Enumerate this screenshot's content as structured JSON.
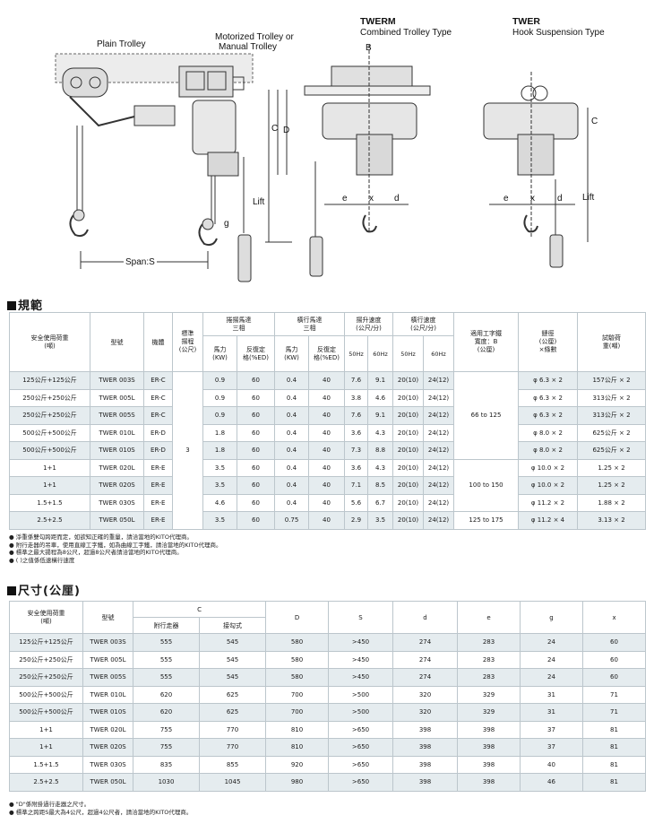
{
  "diagram": {
    "plain_trolley": "Plain Trolley",
    "motorized_trolley_line1": "Motorized Trolley or",
    "motorized_trolley_line2": "Manual Trolley",
    "twerm_title": "TWERM",
    "twerm_subtitle": "Combined Trolley Type",
    "twer_title": "TWER",
    "twer_subtitle": "Hook Suspension Type",
    "span": "Span:S",
    "lift": "Lift",
    "c": "C",
    "d": "D",
    "b": "B",
    "e": "e",
    "x": "x",
    "d_small": "d",
    "g": "g"
  },
  "spec": {
    "title": "規範",
    "headers": {
      "capacity": "安全使用荷重\n(噸)",
      "model": "型號",
      "body": "機體",
      "std_lift": "標準\n揚程\n(公尺)",
      "hoist_motor": "捲揚馬達\n三相",
      "trolley_motor": "橫行馬達\n三相",
      "hp": "馬力\n(KW)",
      "duty": "反復定\n格(%ED)",
      "lift_speed": "揚升速度\n(公尺/分)",
      "trav_speed": "橫行速度\n(公尺/分)",
      "hz50": "50Hz",
      "hz60": "60Hz",
      "beam": "適用工字鐵\n寬度：B\n(公厘)",
      "chain": "鏈徑\n(公厘)\n×條數",
      "test_load": "試驗荷\n重(噸)"
    },
    "std_lift_value": "3",
    "beam_groups": [
      "66 to 125",
      "100 to 150",
      "125 to 175"
    ],
    "rows": [
      {
        "cap": "125公斤+125公斤",
        "model": "TWER 003S",
        "body": "ER-C",
        "hp": "0.9",
        "ed": "60",
        "thp": "0.4",
        "ted": "40",
        "l50": "7.6",
        "l60": "9.1",
        "t50": "20(10)",
        "t60": "24(12)",
        "chain": "φ 6.3 × 2",
        "test": "157公斤 × 2"
      },
      {
        "cap": "250公斤+250公斤",
        "model": "TWER 005L",
        "body": "ER-C",
        "hp": "0.9",
        "ed": "60",
        "thp": "0.4",
        "ted": "40",
        "l50": "3.8",
        "l60": "4.6",
        "t50": "20(10)",
        "t60": "24(12)",
        "chain": "φ 6.3 × 2",
        "test": "313公斤 × 2"
      },
      {
        "cap": "250公斤+250公斤",
        "model": "TWER 005S",
        "body": "ER-C",
        "hp": "0.9",
        "ed": "60",
        "thp": "0.4",
        "ted": "40",
        "l50": "7.6",
        "l60": "9.1",
        "t50": "20(10)",
        "t60": "24(12)",
        "chain": "φ 6.3 × 2",
        "test": "313公斤 × 2"
      },
      {
        "cap": "500公斤+500公斤",
        "model": "TWER 010L",
        "body": "ER-D",
        "hp": "1.8",
        "ed": "60",
        "thp": "0.4",
        "ted": "40",
        "l50": "3.6",
        "l60": "4.3",
        "t50": "20(10)",
        "t60": "24(12)",
        "chain": "φ 8.0 × 2",
        "test": "625公斤 × 2"
      },
      {
        "cap": "500公斤+500公斤",
        "model": "TWER 010S",
        "body": "ER-D",
        "hp": "1.8",
        "ed": "60",
        "thp": "0.4",
        "ted": "40",
        "l50": "7.3",
        "l60": "8.8",
        "t50": "20(10)",
        "t60": "24(12)",
        "chain": "φ 8.0 × 2",
        "test": "625公斤 × 2"
      },
      {
        "cap": "1+1",
        "model": "TWER 020L",
        "body": "ER-E",
        "hp": "3.5",
        "ed": "60",
        "thp": "0.4",
        "ted": "40",
        "l50": "3.6",
        "l60": "4.3",
        "t50": "20(10)",
        "t60": "24(12)",
        "chain": "φ 10.0 × 2",
        "test": "1.25 × 2"
      },
      {
        "cap": "1+1",
        "model": "TWER 020S",
        "body": "ER-E",
        "hp": "3.5",
        "ed": "60",
        "thp": "0.4",
        "ted": "40",
        "l50": "7.1",
        "l60": "8.5",
        "t50": "20(10)",
        "t60": "24(12)",
        "chain": "φ 10.0 × 2",
        "test": "1.25 × 2"
      },
      {
        "cap": "1.5+1.5",
        "model": "TWER 030S",
        "body": "ER-E",
        "hp": "4.6",
        "ed": "60",
        "thp": "0.4",
        "ted": "40",
        "l50": "5.6",
        "l60": "6.7",
        "t50": "20(10)",
        "t60": "24(12)",
        "chain": "φ 11.2 × 2",
        "test": "1.88 × 2"
      },
      {
        "cap": "2.5+2.5",
        "model": "TWER 050L",
        "body": "ER-E",
        "hp": "3.5",
        "ed": "60",
        "thp": "0.75",
        "ted": "40",
        "l50": "2.9",
        "l60": "3.5",
        "t50": "20(10)",
        "t60": "24(12)",
        "chain": "φ 11.2 × 4",
        "test": "3.13 × 2"
      }
    ],
    "notes": [
      "● 淨重係雙勾跨距而定，如欲知正確的重量，請洽當地的KITO代理商。",
      "● 附行走器的吊車，使用直線工字鐵，如為曲線工字鐵，請洽當地的KITO代理商。",
      "● 標準之最大揚程為8公尺，超過8公尺者請洽當地的KITO代理商。",
      "● (    )之值係低速橫行速度"
    ]
  },
  "dims": {
    "title": "尺寸(公厘)",
    "headers": {
      "capacity": "安全使用荷重\n(噸)",
      "model": "型號",
      "c": "C",
      "c1": "附行走器",
      "c2": "接勾式",
      "D": "D",
      "S": "S",
      "d": "d",
      "e": "e",
      "g": "g",
      "x": "x"
    },
    "rows": [
      {
        "cap": "125公斤+125公斤",
        "model": "TWER 003S",
        "c1": "555",
        "c2": "545",
        "D": "580",
        "S": ">450",
        "d": "274",
        "e": "283",
        "g": "24",
        "x": "60"
      },
      {
        "cap": "250公斤+250公斤",
        "model": "TWER 005L",
        "c1": "555",
        "c2": "545",
        "D": "580",
        "S": ">450",
        "d": "274",
        "e": "283",
        "g": "24",
        "x": "60"
      },
      {
        "cap": "250公斤+250公斤",
        "model": "TWER 005S",
        "c1": "555",
        "c2": "545",
        "D": "580",
        "S": ">450",
        "d": "274",
        "e": "283",
        "g": "24",
        "x": "60"
      },
      {
        "cap": "500公斤+500公斤",
        "model": "TWER 010L",
        "c1": "620",
        "c2": "625",
        "D": "700",
        "S": ">500",
        "d": "320",
        "e": "329",
        "g": "31",
        "x": "71"
      },
      {
        "cap": "500公斤+500公斤",
        "model": "TWER 010S",
        "c1": "620",
        "c2": "625",
        "D": "700",
        "S": ">500",
        "d": "320",
        "e": "329",
        "g": "31",
        "x": "71"
      },
      {
        "cap": "1+1",
        "model": "TWER 020L",
        "c1": "755",
        "c2": "770",
        "D": "810",
        "S": ">650",
        "d": "398",
        "e": "398",
        "g": "37",
        "x": "81"
      },
      {
        "cap": "1+1",
        "model": "TWER 020S",
        "c1": "755",
        "c2": "770",
        "D": "810",
        "S": ">650",
        "d": "398",
        "e": "398",
        "g": "37",
        "x": "81"
      },
      {
        "cap": "1.5+1.5",
        "model": "TWER 030S",
        "c1": "835",
        "c2": "855",
        "D": "920",
        "S": ">650",
        "d": "398",
        "e": "398",
        "g": "40",
        "x": "81"
      },
      {
        "cap": "2.5+2.5",
        "model": "TWER 050L",
        "c1": "1030",
        "c2": "1045",
        "D": "980",
        "S": ">650",
        "d": "398",
        "e": "398",
        "g": "46",
        "x": "81"
      }
    ],
    "notes": [
      "● \"D\"係附掛過行走器之尺寸。",
      "● 標準之跨距S最大為4公尺，超過4公尺者，請洽當地的KITO代理商。"
    ]
  }
}
